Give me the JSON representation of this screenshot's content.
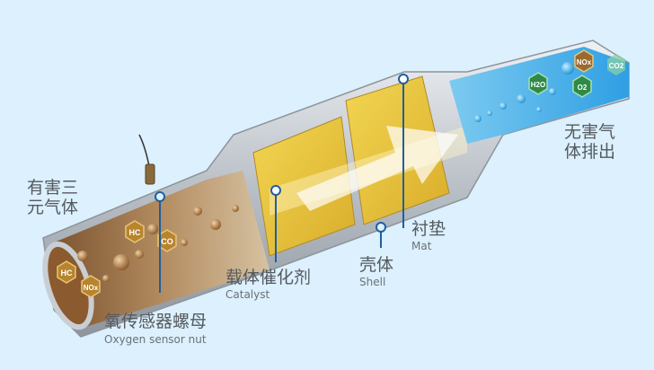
{
  "diagram": {
    "subject": "Catalytic converter cutaway",
    "colors": {
      "background": "#dcf0fd",
      "pipe_shell": "#c9ced4",
      "inlet_gas": "#8a5a2b",
      "catalyst": "#e8c53a",
      "outlet_gas": "#3aa7e6",
      "leader_line": "#1f5f9e",
      "label_text": "#555a60"
    },
    "labels": {
      "harmful_gases": {
        "zh": "有害三\n元气体"
      },
      "harmless_gases": {
        "zh": "无害气\n体排出"
      },
      "oxygen_sensor_nut": {
        "zh": "氧传感器螺母",
        "en": "Oxygen sensor nut"
      },
      "catalyst": {
        "zh": "载体催化剂",
        "en": "Catalyst"
      },
      "shell": {
        "zh": "壳体",
        "en": "Shell"
      },
      "mat": {
        "zh": "衬垫",
        "en": "Mat"
      }
    },
    "inlet_molecules": [
      "HC",
      "HC",
      "NOx",
      "CO"
    ],
    "outlet_molecules": [
      "H2O",
      "O2",
      "NOx",
      "CO2"
    ]
  }
}
